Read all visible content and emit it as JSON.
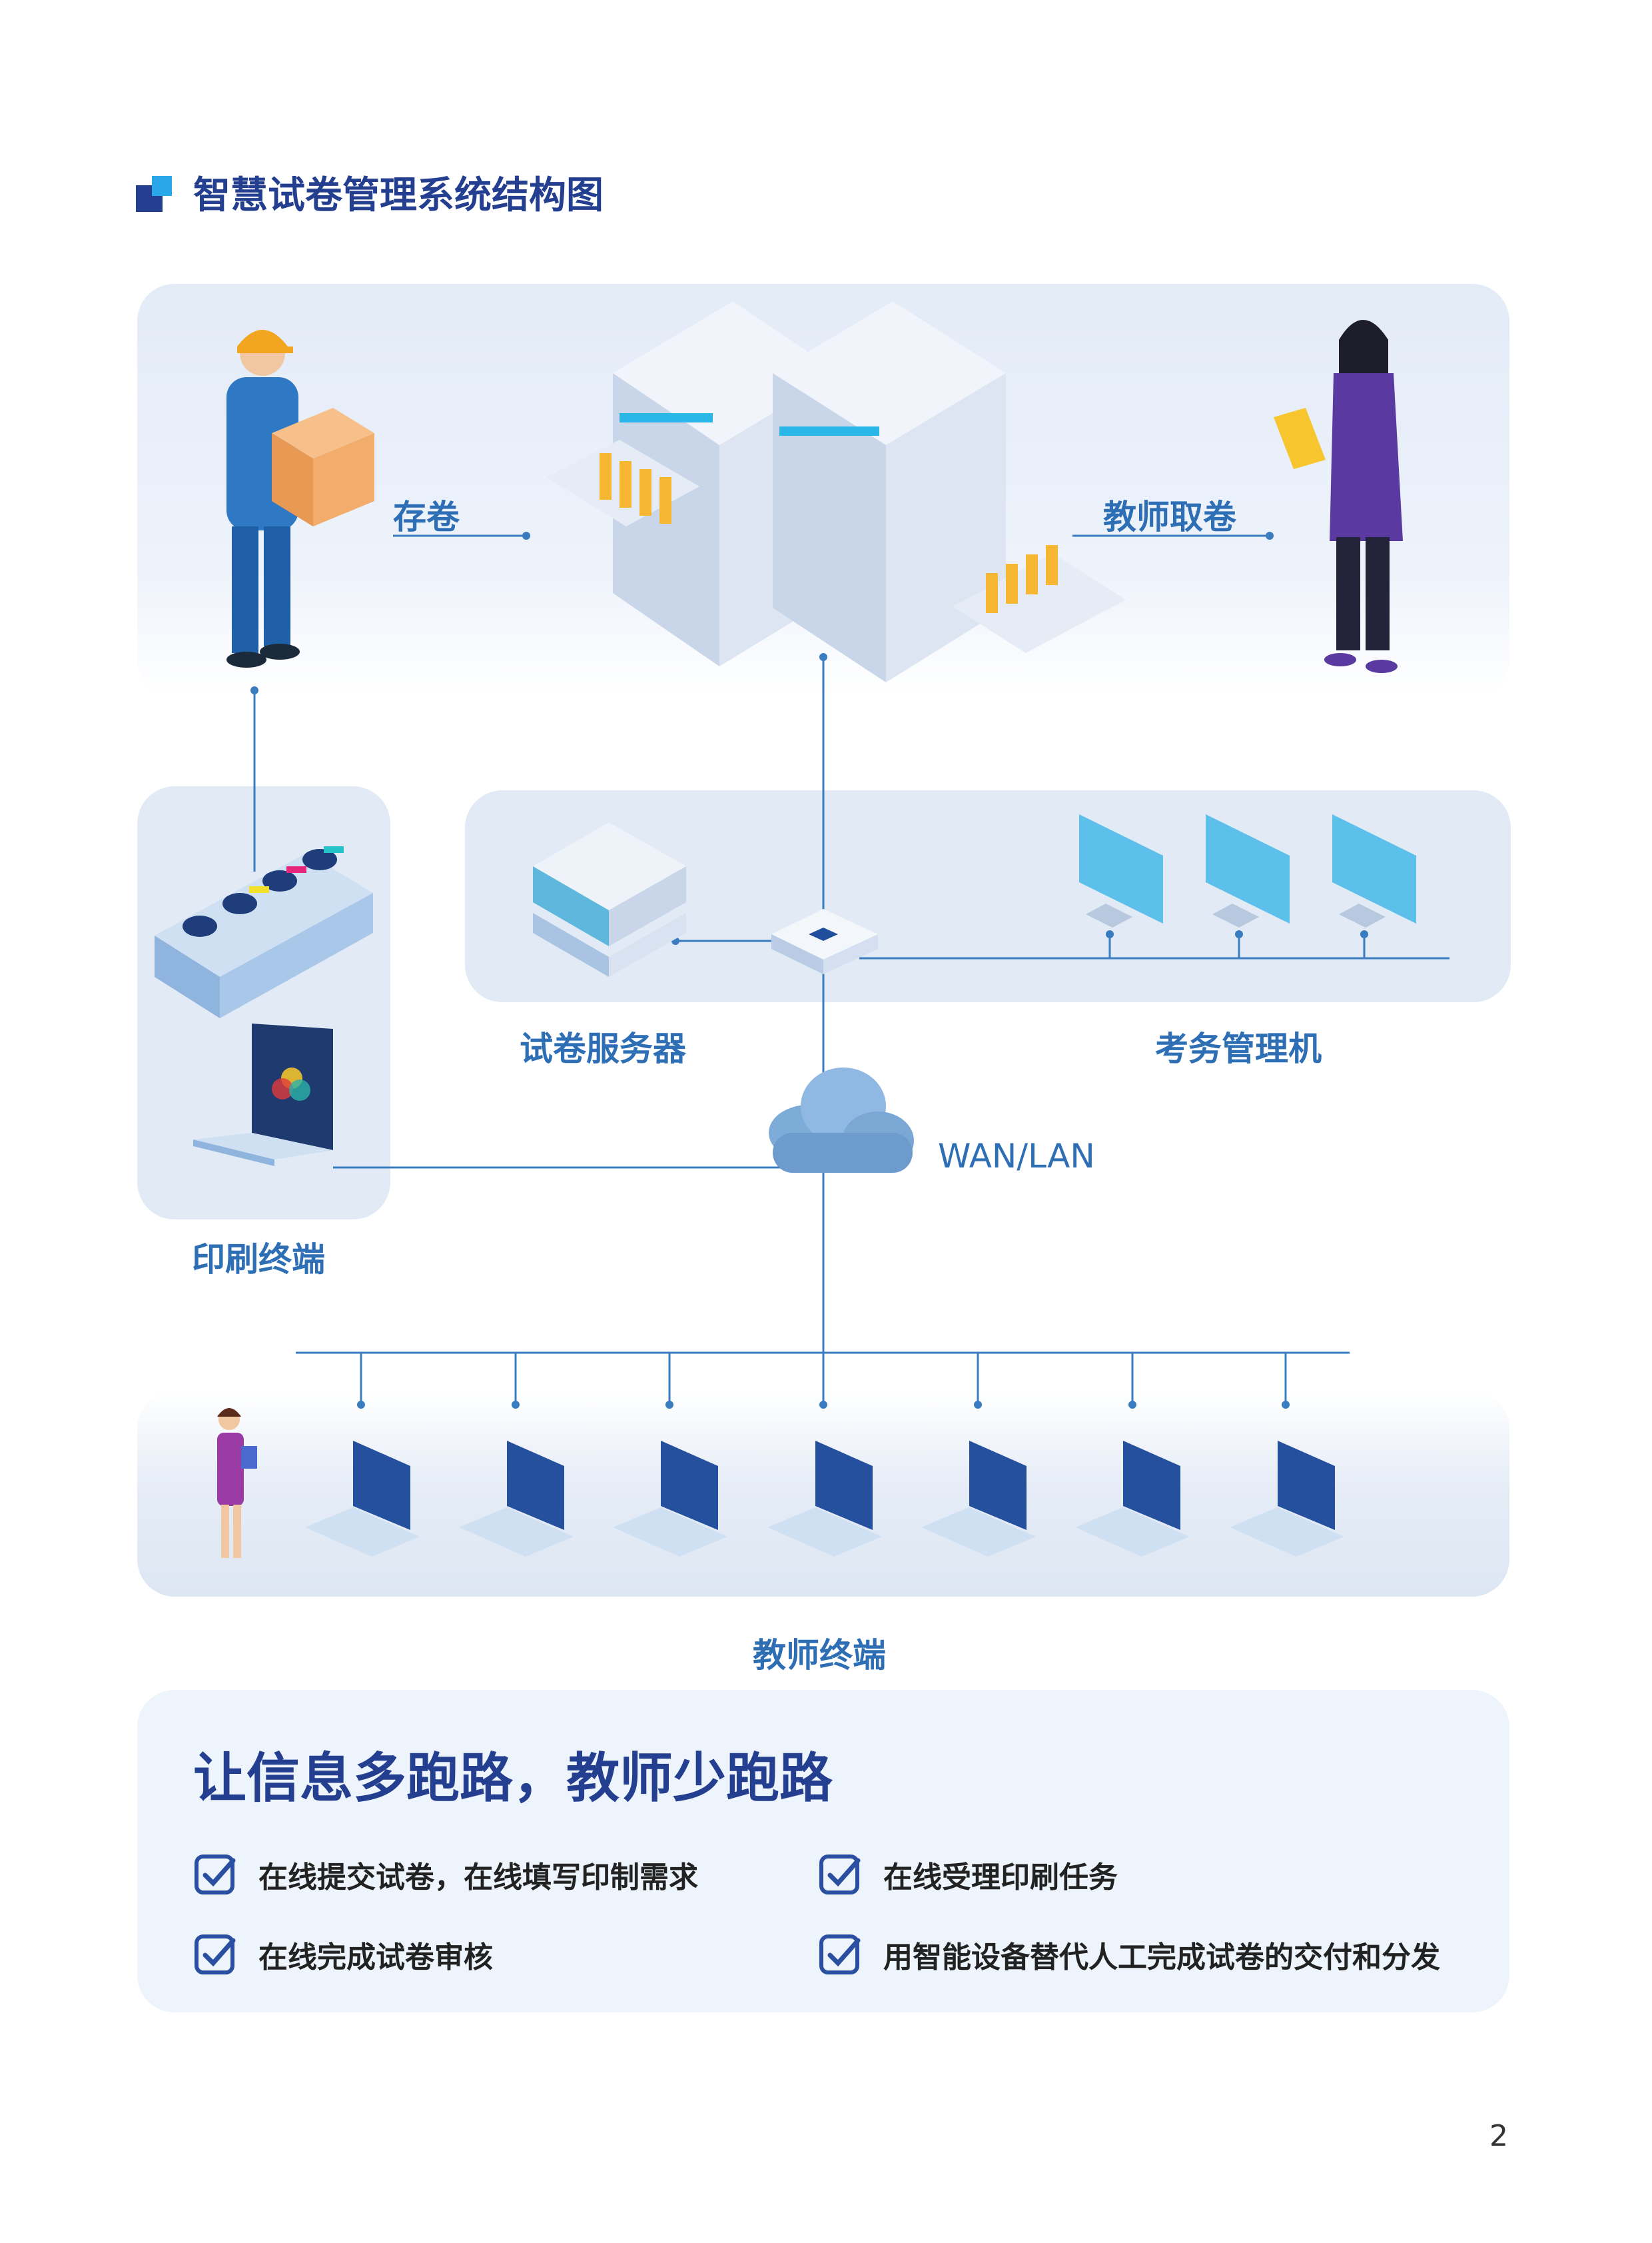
{
  "header": {
    "title": "智慧试卷管理系统结构图"
  },
  "diagram": {
    "label_store": "存卷",
    "label_teacher_take": "教师取卷",
    "label_paper_server": "试卷服务器",
    "label_exam_admin": "考务管理机",
    "label_network": "WAN/LAN",
    "label_print_terminal": "印刷终端",
    "label_teacher_terminal": "教师终端"
  },
  "info": {
    "title": "让信息多跑路，教师少跑路",
    "items": [
      "在线提交试卷，在线填写印制需求",
      "在线受理印刷任务",
      "在线完成试卷审核",
      "用智能设备替代人工完成试卷的交付和分发"
    ]
  },
  "footer": {
    "page_number": "2"
  },
  "colors": {
    "title": "#243f8f",
    "label": "#2d6eb5",
    "accent": "#1f8ee0",
    "panel": "#e2eaf5"
  }
}
